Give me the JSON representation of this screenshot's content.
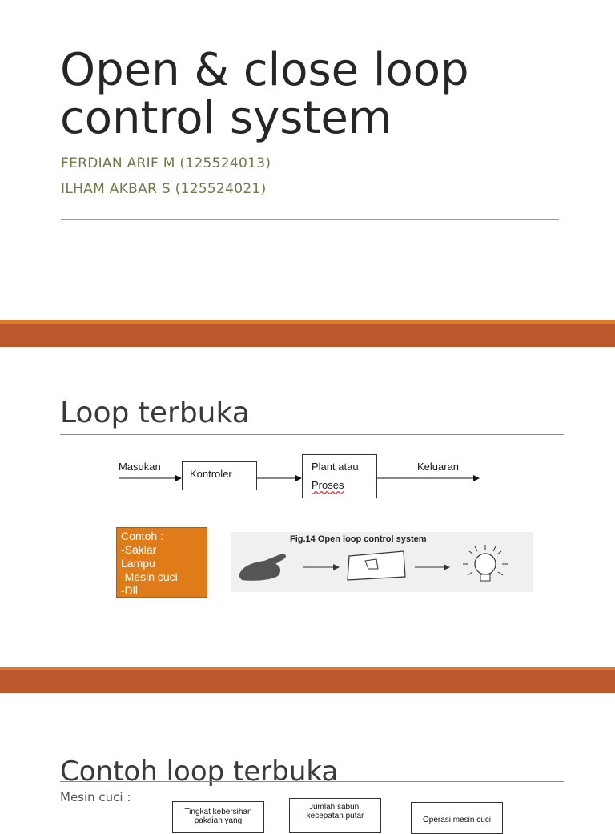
{
  "slide1": {
    "title_line1": "Open & close loop",
    "title_line2": "control system",
    "authors": [
      "FERDIAN ARIF M (125524013)",
      "ILHAM AKBAR S (125524021)"
    ]
  },
  "slide2": {
    "heading": "Loop terbuka",
    "diagram": {
      "input_label": "Masukan",
      "controller_label": "Kontroler",
      "plant_label_line1": "Plant atau",
      "plant_label_line2": "Proses",
      "output_label": "Keluaran"
    },
    "example_box": {
      "lines": [
        "Contoh :",
        "-Saklar",
        "Lampu",
        "-Mesin cuci",
        "-Dll"
      ]
    },
    "figure_caption": "Fig.14  Open loop control system"
  },
  "slide3": {
    "heading": "Contoh loop terbuka",
    "subtitle": "Mesin cuci :",
    "boxes": [
      {
        "line1": "Tingkat kebersihan",
        "line2": "pakaian yang"
      },
      {
        "line1": "Jumlah sabun,",
        "line2": "kecepatan putar"
      },
      {
        "line1": "Operasi mesin cuci",
        "line2": ""
      }
    ]
  },
  "colors": {
    "band": "#bd582c",
    "band_top": "#e07b2a",
    "author": "#6b7b4a",
    "example_box": "#e07b1a"
  }
}
